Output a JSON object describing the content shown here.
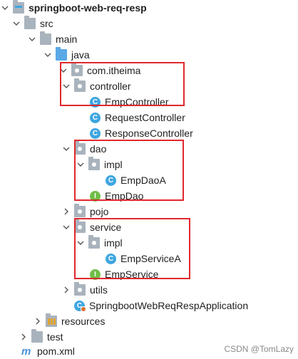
{
  "tree": {
    "project": "springboot-web-req-resp",
    "src": "src",
    "main": "main",
    "java": "java",
    "package_root": "com.itheima",
    "controller": "controller",
    "emp_controller": "EmpController",
    "request_controller": "RequestController",
    "response_controller": "ResponseController",
    "dao": "dao",
    "dao_impl": "impl",
    "emp_dao_a": "EmpDaoA",
    "emp_dao": "EmpDao",
    "pojo": "pojo",
    "service": "service",
    "service_impl": "impl",
    "emp_service_a": "EmpServiceA",
    "emp_service": "EmpService",
    "utils": "utils",
    "application": "SpringbootWebReqRespApplication",
    "resources": "resources",
    "test": "test",
    "pom": "pom.xml"
  },
  "icons": {
    "class_letter": "C",
    "interface_letter": "I",
    "maven_letter": "m"
  },
  "colors": {
    "highlight_border": "#e0282d",
    "class_icon": "#3ea6e0",
    "interface_icon": "#6fbe47",
    "folder_icon": "#a9b3bd",
    "source_folder_icon": "#5aa9e6"
  },
  "watermark": "CSDN @TomLazy"
}
